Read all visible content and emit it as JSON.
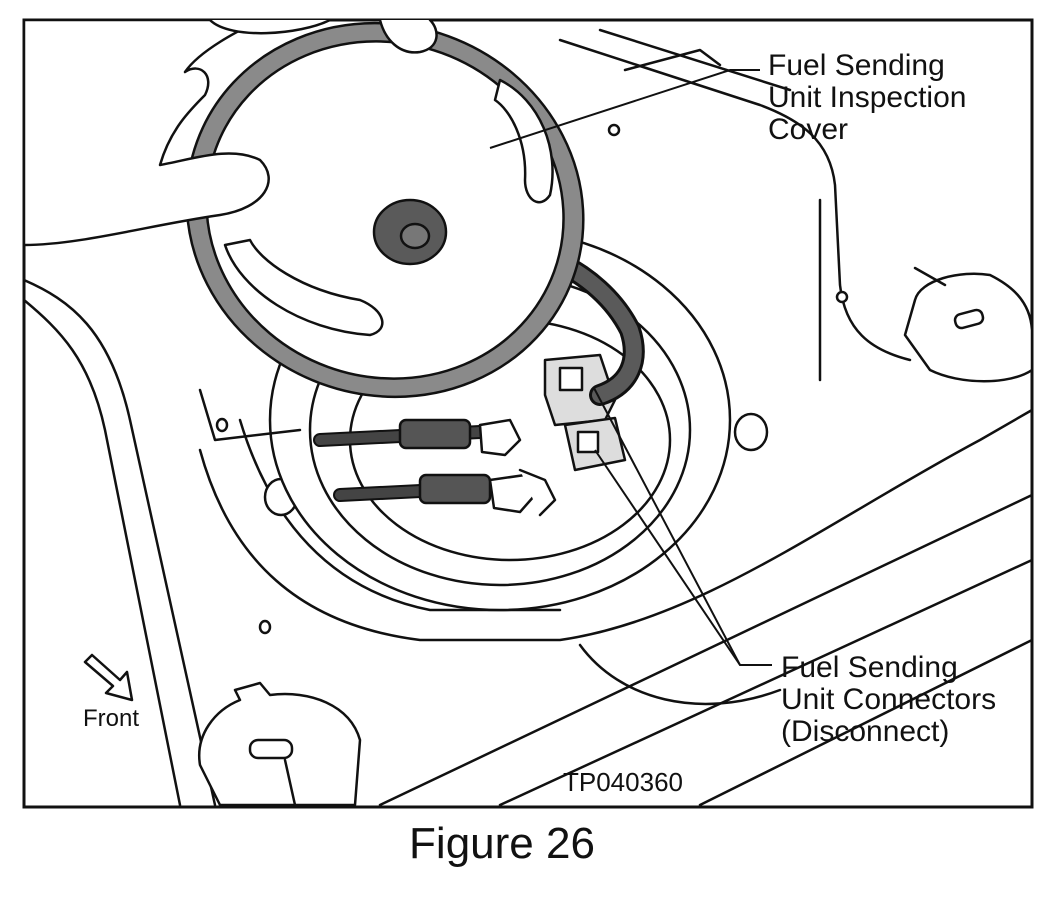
{
  "figure": {
    "caption": "Figure 26",
    "code": "TP040360",
    "direction_label": "Front"
  },
  "callouts": {
    "inspection_cover": [
      "Fuel Sending",
      "Unit Inspection",
      "Cover"
    ],
    "connectors": [
      "Fuel Sending",
      "Unit Connectors",
      "(Disconnect)"
    ]
  },
  "colors": {
    "ink": "#111111",
    "paper": "#ffffff",
    "hose": "#5a5a5a",
    "gasket": "#8a8a8a"
  }
}
